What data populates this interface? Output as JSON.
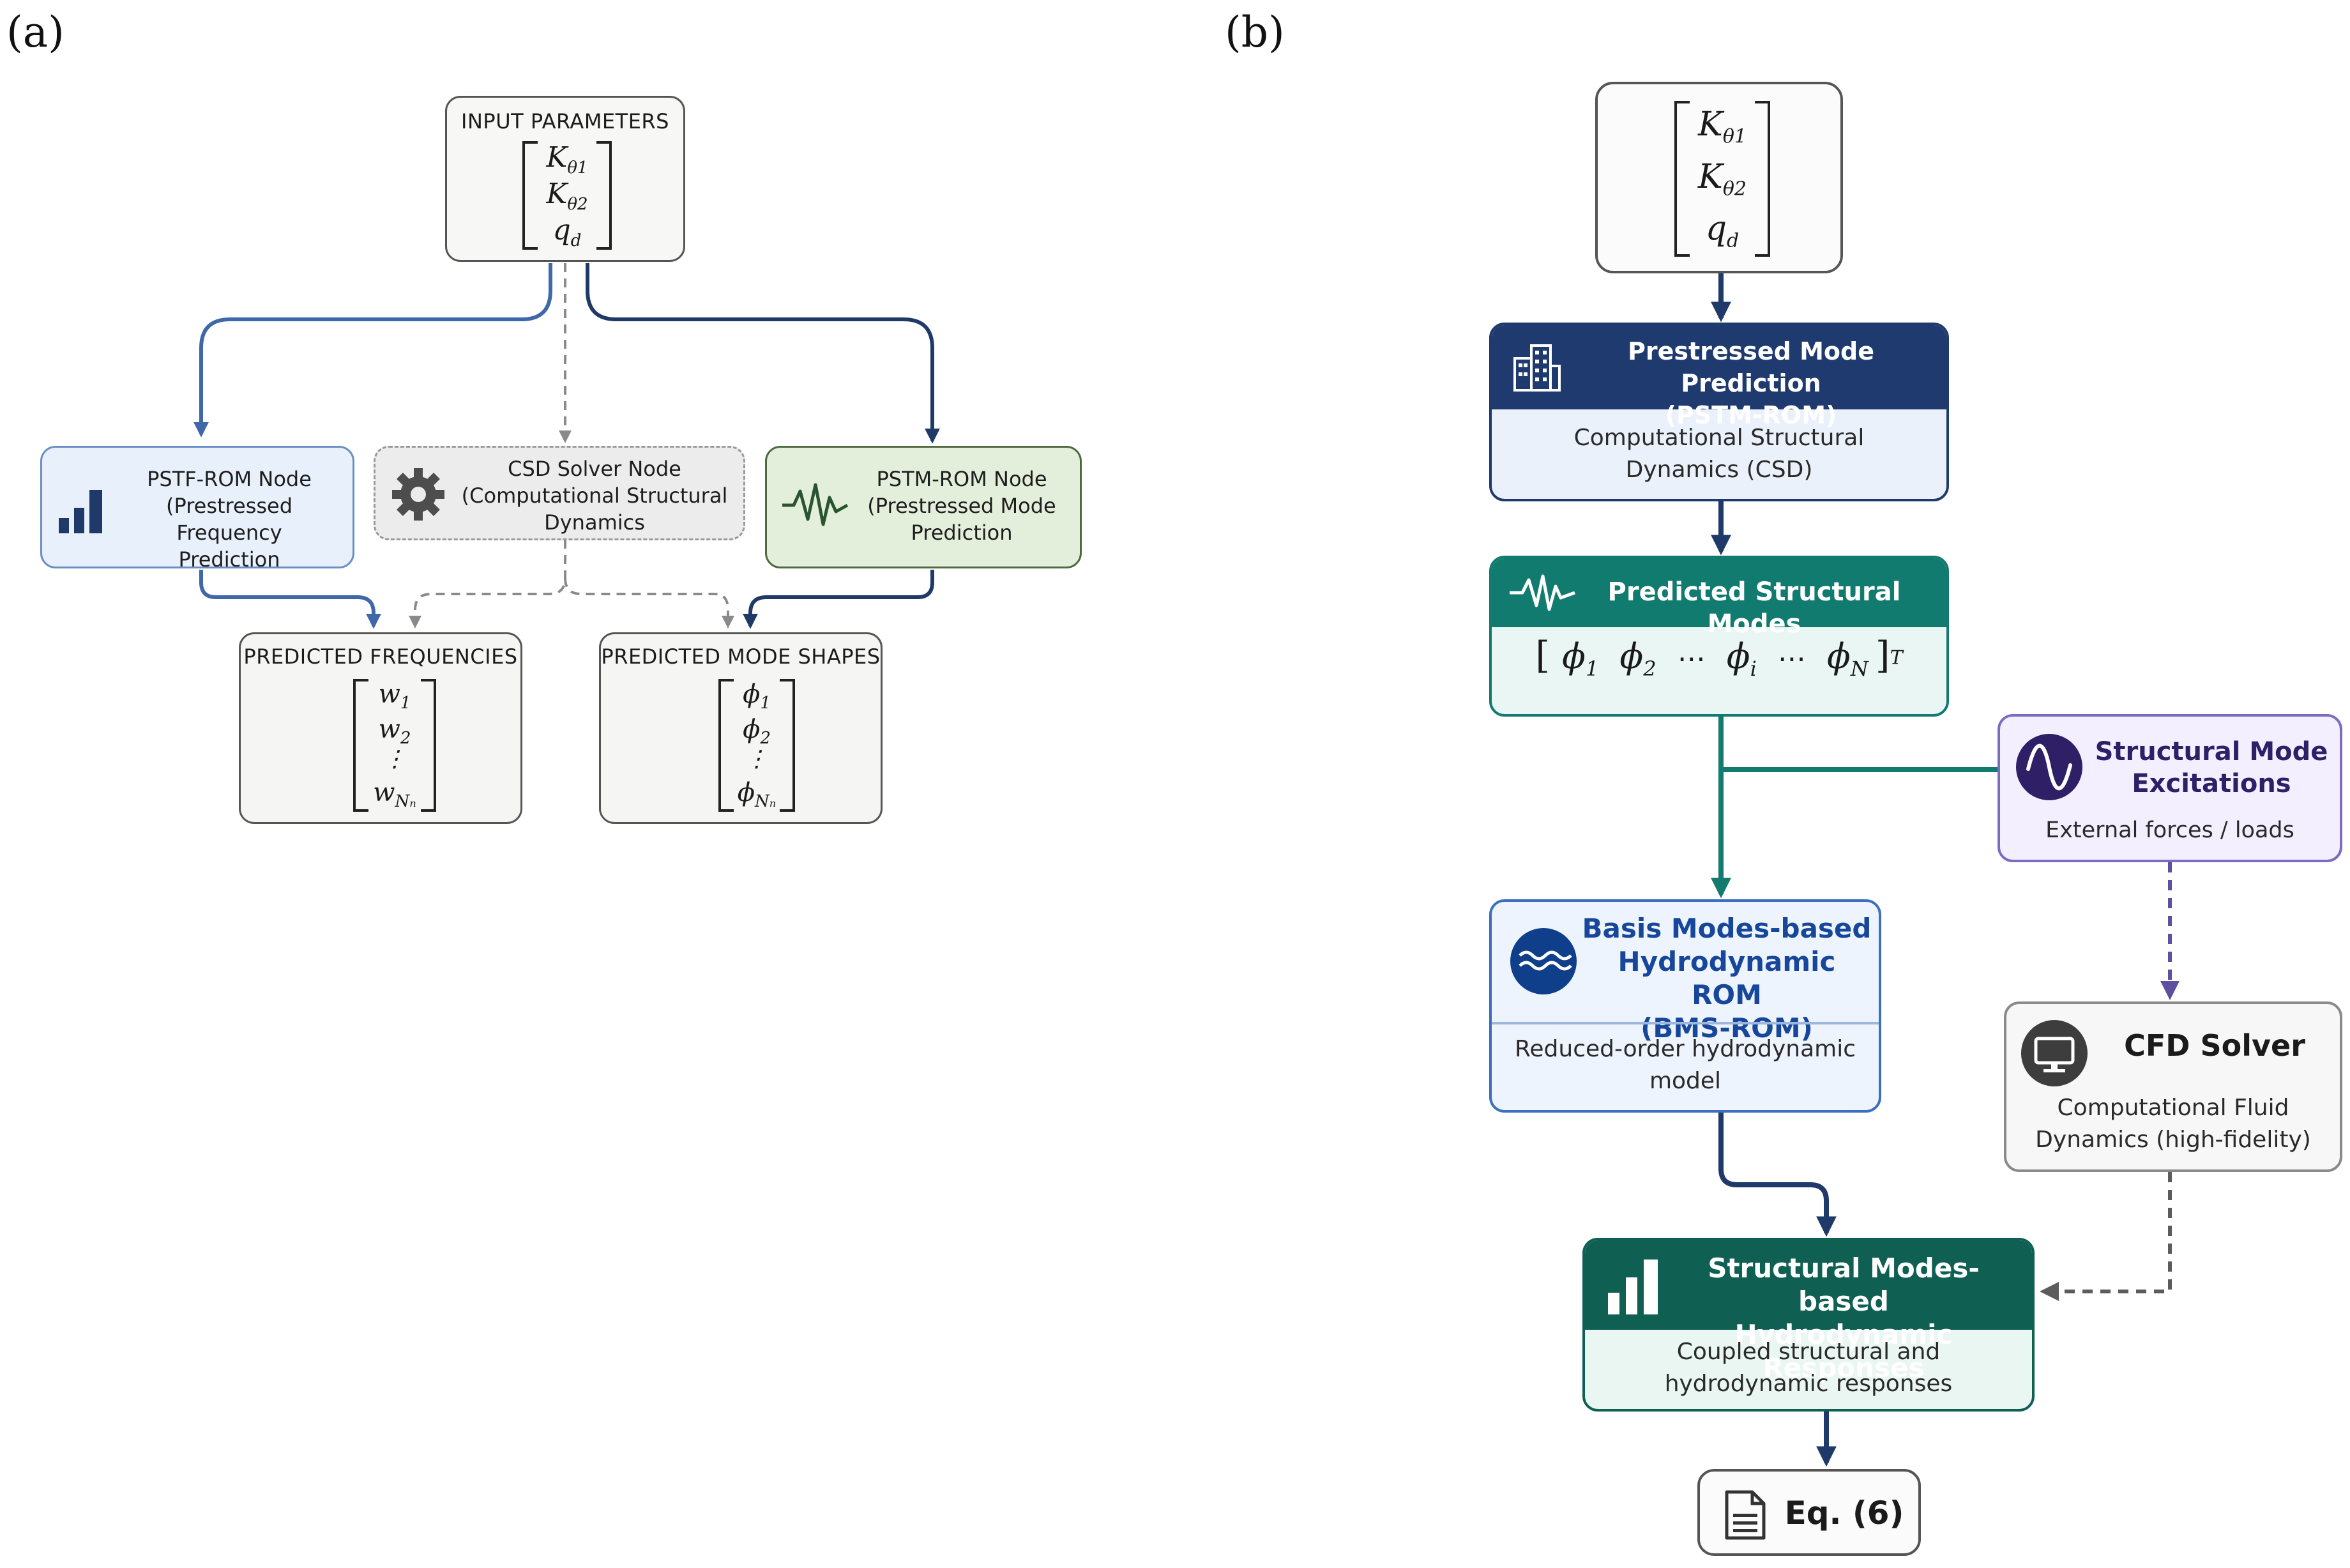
{
  "panel_a": {
    "label": "(a)",
    "input": {
      "title": "INPUT PARAMETERS",
      "vector": [
        {
          "base": "K",
          "sub": "θ1"
        },
        {
          "base": "K",
          "sub": "θ2"
        },
        {
          "base": "q",
          "sub": "d"
        }
      ]
    },
    "pstf_node": {
      "line1": "PSTF-ROM Node",
      "line2": "(Prestressed Frequency",
      "line3": "Prediction"
    },
    "csd_node": {
      "line1": "CSD Solver Node",
      "line2": "(Computational Structural",
      "line3": "Dynamics"
    },
    "pstm_node": {
      "line1": "PSTM-ROM Node",
      "line2": "(Prestressed Mode",
      "line3": "Prediction"
    },
    "frequencies": {
      "title": "PREDICTED FREQUENCIES",
      "entries": [
        {
          "base": "w",
          "sub": "1"
        },
        {
          "base": "w",
          "sub": "2"
        },
        {
          "base": "⋮",
          "sub": ""
        },
        {
          "base": "w",
          "sub": "Nₙ"
        }
      ]
    },
    "mode_shapes": {
      "title": "PREDICTED MODE SHAPES",
      "entries": [
        {
          "base": "ϕ",
          "sub": "1"
        },
        {
          "base": "ϕ",
          "sub": "2"
        },
        {
          "base": "⋮",
          "sub": ""
        },
        {
          "base": "ϕ",
          "sub": "Nₙ"
        }
      ]
    }
  },
  "panel_b": {
    "label": "(b)",
    "input": {
      "vector": [
        {
          "base": "K",
          "sub": "θ1"
        },
        {
          "base": "K",
          "sub": "θ2"
        },
        {
          "base": "q",
          "sub": "d"
        }
      ]
    },
    "pstm": {
      "title_line1": "Prestressed Mode Prediction",
      "title_line2": "(PSTM-ROM)",
      "body_line1": "Computational Structural",
      "body_line2": "Dynamics (CSD)"
    },
    "modes": {
      "title": "Predicted Structural Modes",
      "terms": [
        {
          "base": "ϕ",
          "sub": "1"
        },
        {
          "base": "ϕ",
          "sub": "2"
        },
        {
          "base": "⋯",
          "sub": ""
        },
        {
          "base": "ϕ",
          "sub": "i"
        },
        {
          "base": "⋯",
          "sub": ""
        },
        {
          "base": "ϕ",
          "sub": "N"
        }
      ],
      "transpose": "T"
    },
    "excitation": {
      "title_line1": "Structural Mode",
      "title_line2": "Excitations",
      "body": "External forces / loads"
    },
    "bms": {
      "title_line1": "Basis Modes-based",
      "title_line2": "Hydrodynamic ROM",
      "title_line3": "(BMS-ROM)",
      "body_line1": "Reduced-order hydrodynamic",
      "body_line2": "model"
    },
    "cfd": {
      "title": "CFD Solver",
      "body_line1": "Computational Fluid",
      "body_line2": "Dynamics (high-fidelity)"
    },
    "responses": {
      "title_line1": "Structural Modes-based",
      "title_line2": "Hydrodynamic Responses",
      "body_line1": "Coupled structural and",
      "body_line2": "hydrodynamic responses"
    },
    "equation": {
      "label": "Eq. (6)"
    }
  },
  "colors": {
    "blue_line": "#3e68a8",
    "navy_line": "#1f3a68",
    "gray_dash": "#8a8a8a",
    "teal": "#137a70",
    "purple_dash": "#5f4fa0",
    "navy_header": "#1f3a6e",
    "teal_header": "#117b6f",
    "dark_teal_header": "#0f5f53",
    "pstf_fill": "#e8f0fb",
    "pstm_fill": "#e3eedb",
    "csd_fill": "#ececec"
  }
}
